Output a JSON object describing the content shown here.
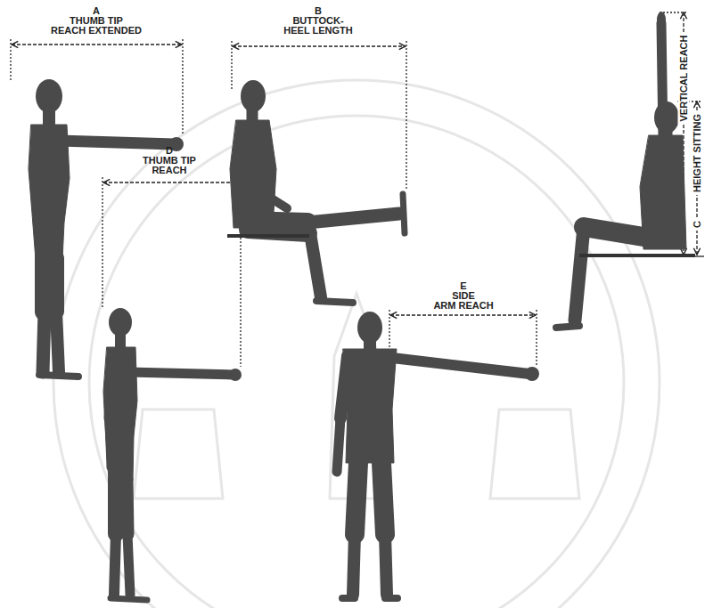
{
  "diagram": {
    "labels": [
      "A",
      "THUMB TIP REACH EXTENDED",
      "B",
      "BUTTOCK- HEEL LENGTH",
      "D",
      "THUMB TIP REACH",
      "E",
      "SIDE ARM REACH",
      "VERTICAL REACH",
      "C",
      "HEIGHT SITTING"
    ]
  }
}
